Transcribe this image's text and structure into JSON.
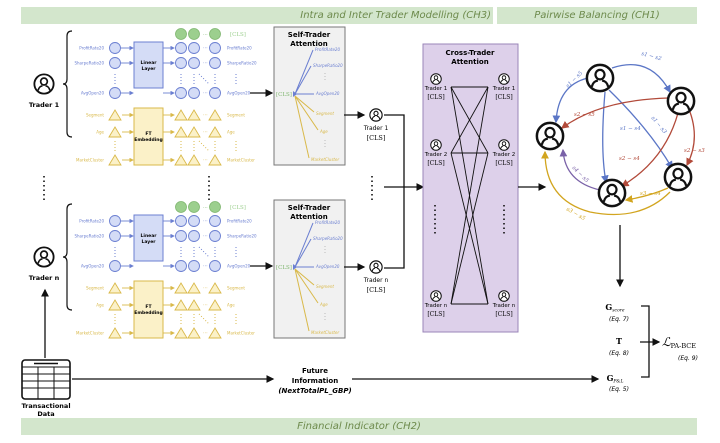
{
  "banners": {
    "ch3": "Intra and Inter Trader Modelling (CH3)",
    "ch1": "Pairwise Balancing (CH1)",
    "ch2": "Financial Indicator (CH2)"
  },
  "traders": {
    "top": "Trader 1",
    "bottom": "Trader n"
  },
  "numeric_features": [
    "ProfitRate20",
    "SharpeRatio20",
    "AvgOpen20"
  ],
  "categorical_features": [
    "Segment",
    "Age",
    "MarketCluster"
  ],
  "cls_token": "[CLS]",
  "blocks": {
    "linear": [
      "Linear",
      "Layer"
    ],
    "ft": [
      "FT",
      "Embedding"
    ],
    "self_attention": [
      "Self-Trader",
      "Attention"
    ],
    "cross_attention": [
      "Cross-Trader",
      "Attention"
    ]
  },
  "cross_traders": [
    "Trader 1",
    "Trader 2",
    "Trader n"
  ],
  "cls_outputs": [
    "Trader 1",
    "Trader n"
  ],
  "pairwise_edges": {
    "blue": [
      "s1 − s2",
      "s1 − s3",
      "s1 − s4",
      "s1 − s5"
    ],
    "red": [
      "s2 − s3",
      "s2 − s4",
      "s2 − s5"
    ],
    "purple": [
      "s4 − s5"
    ],
    "yellow": [
      "s3 − s4",
      "s3 − s5"
    ]
  },
  "loss": {
    "g_score": "G",
    "g_score_sub": "score",
    "g_score_eq": "(Eq. 7)",
    "t": "T",
    "t_eq": "(Eq. 8)",
    "g_pl": "G",
    "g_pl_sub": "P&L",
    "g_pl_eq": "(Eq. 5)",
    "loss_symbol": "ℒ",
    "loss_sub": "PA-BCE",
    "loss_eq": "(Eq. 9)"
  },
  "transactional": [
    "Transactional",
    "Data"
  ],
  "future_info": [
    "Future",
    "Information",
    "(NextTotalPL_GBP)"
  ],
  "colors": {
    "banner_bg": "#d3e6cc",
    "banner_text": "#6d8a4c",
    "numeric": "#6b7fd1",
    "categorical": "#d9b94a",
    "cls_green": "#9ccf8e",
    "cross_bg": "#ddd0ea",
    "edge_blue": "#5b76c6",
    "edge_red": "#b24a3a",
    "edge_purple": "#7a62a8",
    "edge_yellow": "#d2a51f"
  }
}
